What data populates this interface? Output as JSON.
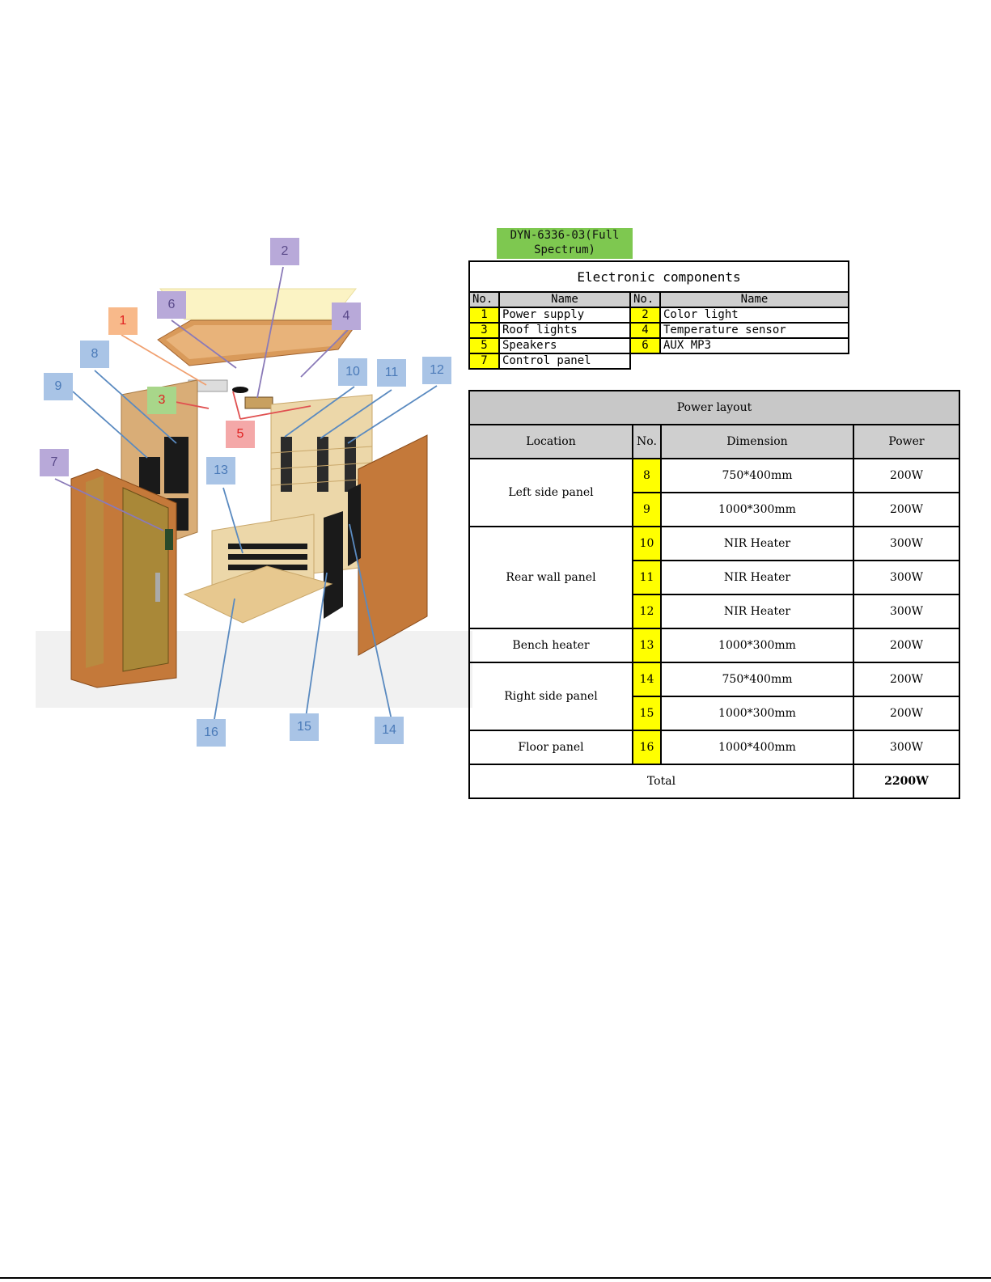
{
  "model": "DYN-6336-03(Full Spectrum)",
  "electronic": {
    "title": "Electronic components",
    "col_no": "No.",
    "col_name": "Name",
    "rows": [
      [
        {
          "no": "1",
          "name": "Power supply"
        },
        {
          "no": "2",
          "name": "Color light"
        }
      ],
      [
        {
          "no": "3",
          "name": "Roof lights"
        },
        {
          "no": "4",
          "name": "Temperature sensor"
        }
      ],
      [
        {
          "no": "5",
          "name": "Speakers"
        },
        {
          "no": "6",
          "name": "AUX MP3"
        }
      ],
      [
        {
          "no": "7",
          "name": "Control panel"
        }
      ]
    ]
  },
  "power": {
    "title": "Power layout",
    "headers": {
      "location": "Location",
      "no": "No.",
      "dimension": "Dimension",
      "power": "Power"
    },
    "groups": [
      {
        "location": "Left side panel",
        "items": [
          {
            "no": "8",
            "dimension": "750*400mm",
            "power": "200W"
          },
          {
            "no": "9",
            "dimension": "1000*300mm",
            "power": "200W"
          }
        ]
      },
      {
        "location": "Rear wall panel",
        "items": [
          {
            "no": "10",
            "dimension": "NIR Heater",
            "power": "300W"
          },
          {
            "no": "11",
            "dimension": "NIR Heater",
            "power": "300W"
          },
          {
            "no": "12",
            "dimension": "NIR Heater",
            "power": "300W"
          }
        ]
      },
      {
        "location": "Bench heater",
        "items": [
          {
            "no": "13",
            "dimension": "1000*300mm",
            "power": "200W"
          }
        ]
      },
      {
        "location": "Right side panel",
        "items": [
          {
            "no": "14",
            "dimension": "750*400mm",
            "power": "200W"
          },
          {
            "no": "15",
            "dimension": "1000*300mm",
            "power": "200W"
          }
        ]
      },
      {
        "location": "Floor panel",
        "items": [
          {
            "no": "16",
            "dimension": "1000*400mm",
            "power": "300W"
          }
        ]
      }
    ],
    "total_label": "Total",
    "total_value": "2200W"
  },
  "callouts": [
    {
      "label": "1",
      "bg": "#f8b98a",
      "fg": "#e02020"
    },
    {
      "label": "2",
      "bg": "#b8a9d9",
      "fg": "#5a4a8a"
    },
    {
      "label": "3",
      "bg": "#a8d68a",
      "fg": "#e02020"
    },
    {
      "label": "4",
      "bg": "#b8a9d9",
      "fg": "#5a4a8a"
    },
    {
      "label": "5",
      "bg": "#f4a8a8",
      "fg": "#e02020"
    },
    {
      "label": "6",
      "bg": "#b8a9d9",
      "fg": "#5a4a8a"
    },
    {
      "label": "7",
      "bg": "#b8a9d9",
      "fg": "#5a4a8a"
    },
    {
      "label": "8",
      "bg": "#a9c4e6",
      "fg": "#4a7ab8"
    },
    {
      "label": "9",
      "bg": "#a9c4e6",
      "fg": "#4a7ab8"
    },
    {
      "label": "10",
      "bg": "#a9c4e6",
      "fg": "#4a7ab8"
    },
    {
      "label": "11",
      "bg": "#a9c4e6",
      "fg": "#4a7ab8"
    },
    {
      "label": "12",
      "bg": "#a9c4e6",
      "fg": "#4a7ab8"
    },
    {
      "label": "13",
      "bg": "#a9c4e6",
      "fg": "#4a7ab8"
    },
    {
      "label": "14",
      "bg": "#a9c4e6",
      "fg": "#4a7ab8"
    },
    {
      "label": "15",
      "bg": "#a9c4e6",
      "fg": "#4a7ab8"
    },
    {
      "label": "16",
      "bg": "#a9c4e6",
      "fg": "#4a7ab8"
    }
  ]
}
